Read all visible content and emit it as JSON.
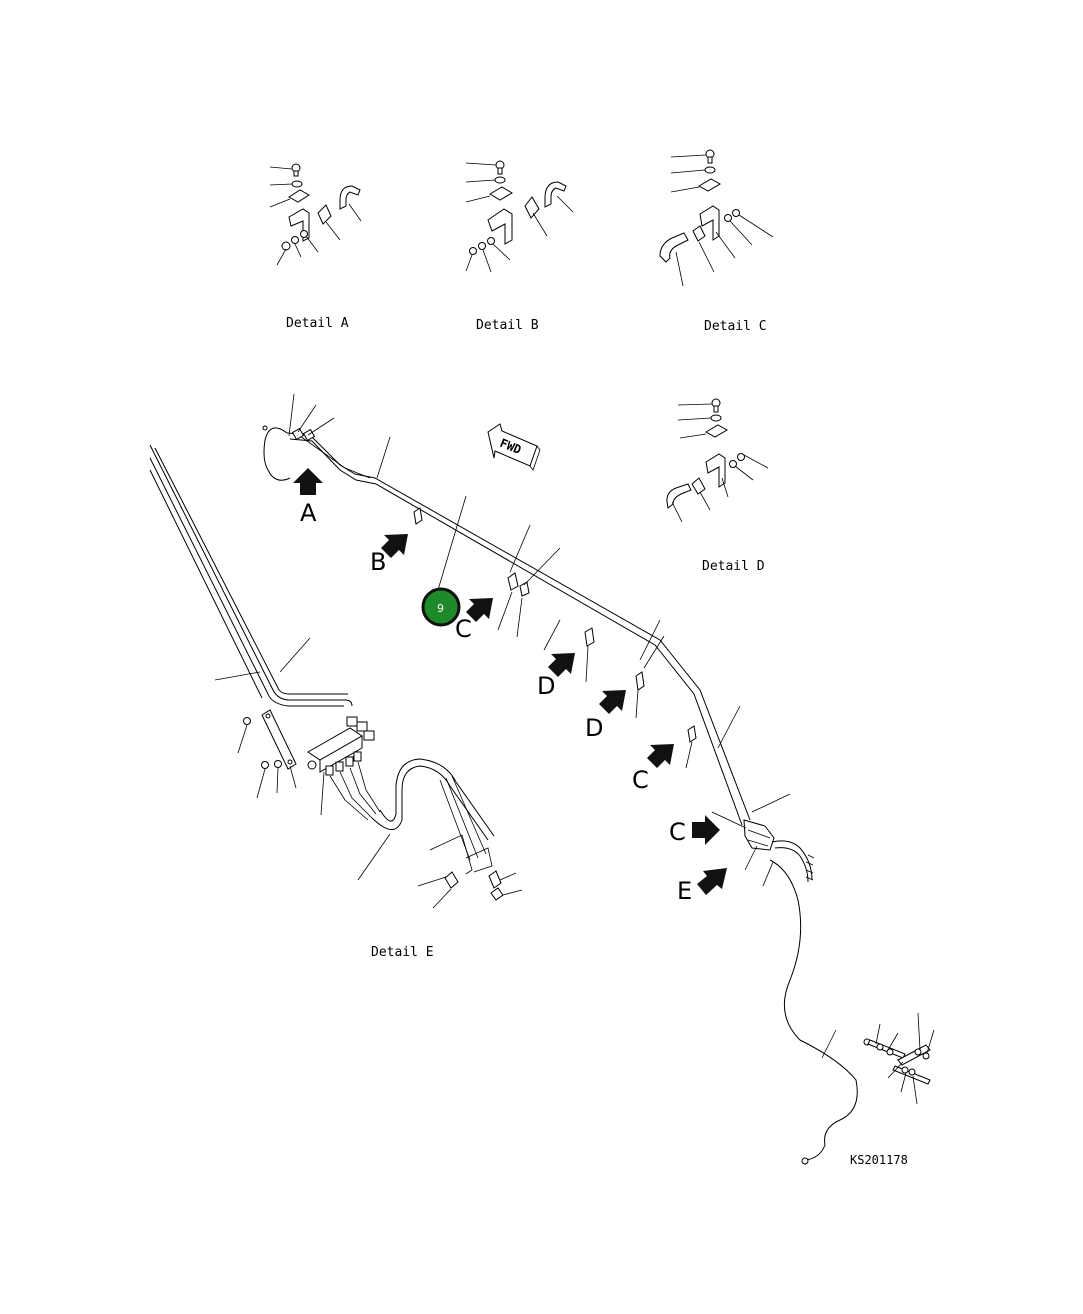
{
  "details": {
    "a": "Detail A",
    "b": "Detail B",
    "c": "Detail C",
    "d": "Detail D",
    "e": "Detail E"
  },
  "view_arrows": {
    "a": "A",
    "b": "B",
    "c1": "C",
    "c2": "C",
    "c3": "C",
    "d1": "D",
    "d2": "D",
    "e": "E"
  },
  "fwd_label": "FWD",
  "callout": {
    "number": "9",
    "color": "#1f8a2a"
  },
  "drawing_number": "KS201178"
}
